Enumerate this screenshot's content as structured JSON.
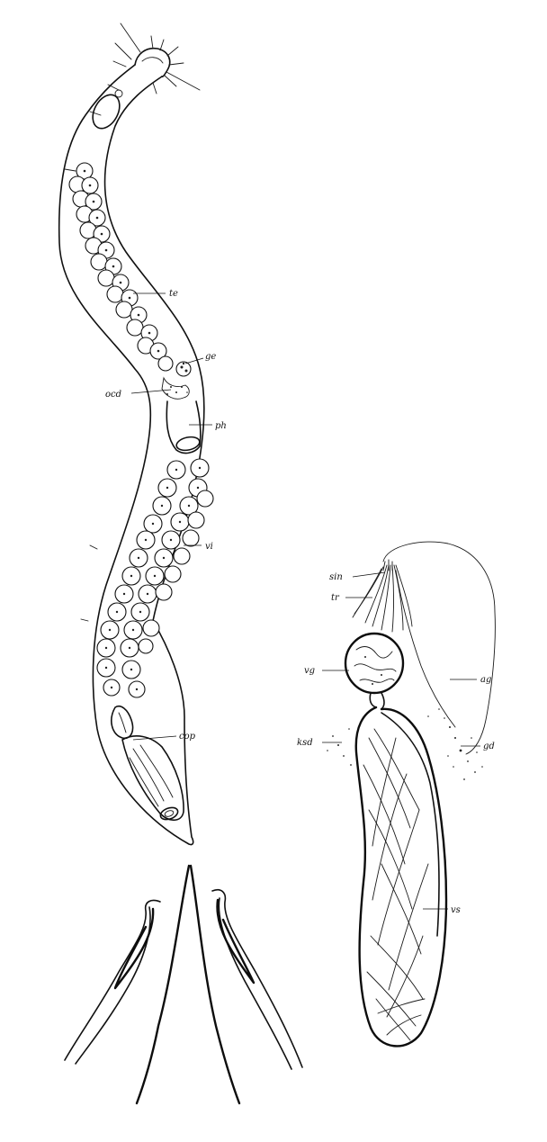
{
  "labels": {
    "te": "te",
    "ge": "ge",
    "ocd": "ocd",
    "ph": "ph",
    "vi": "vi",
    "cop": "cop",
    "sin": "sin",
    "tr": "tr",
    "ag": "ag",
    "vg": "vg",
    "ksd": "ksd",
    "gd": "gd",
    "vs": "vs"
  },
  "colors": {
    "ink": "#111111",
    "paper": "#ffffff"
  }
}
